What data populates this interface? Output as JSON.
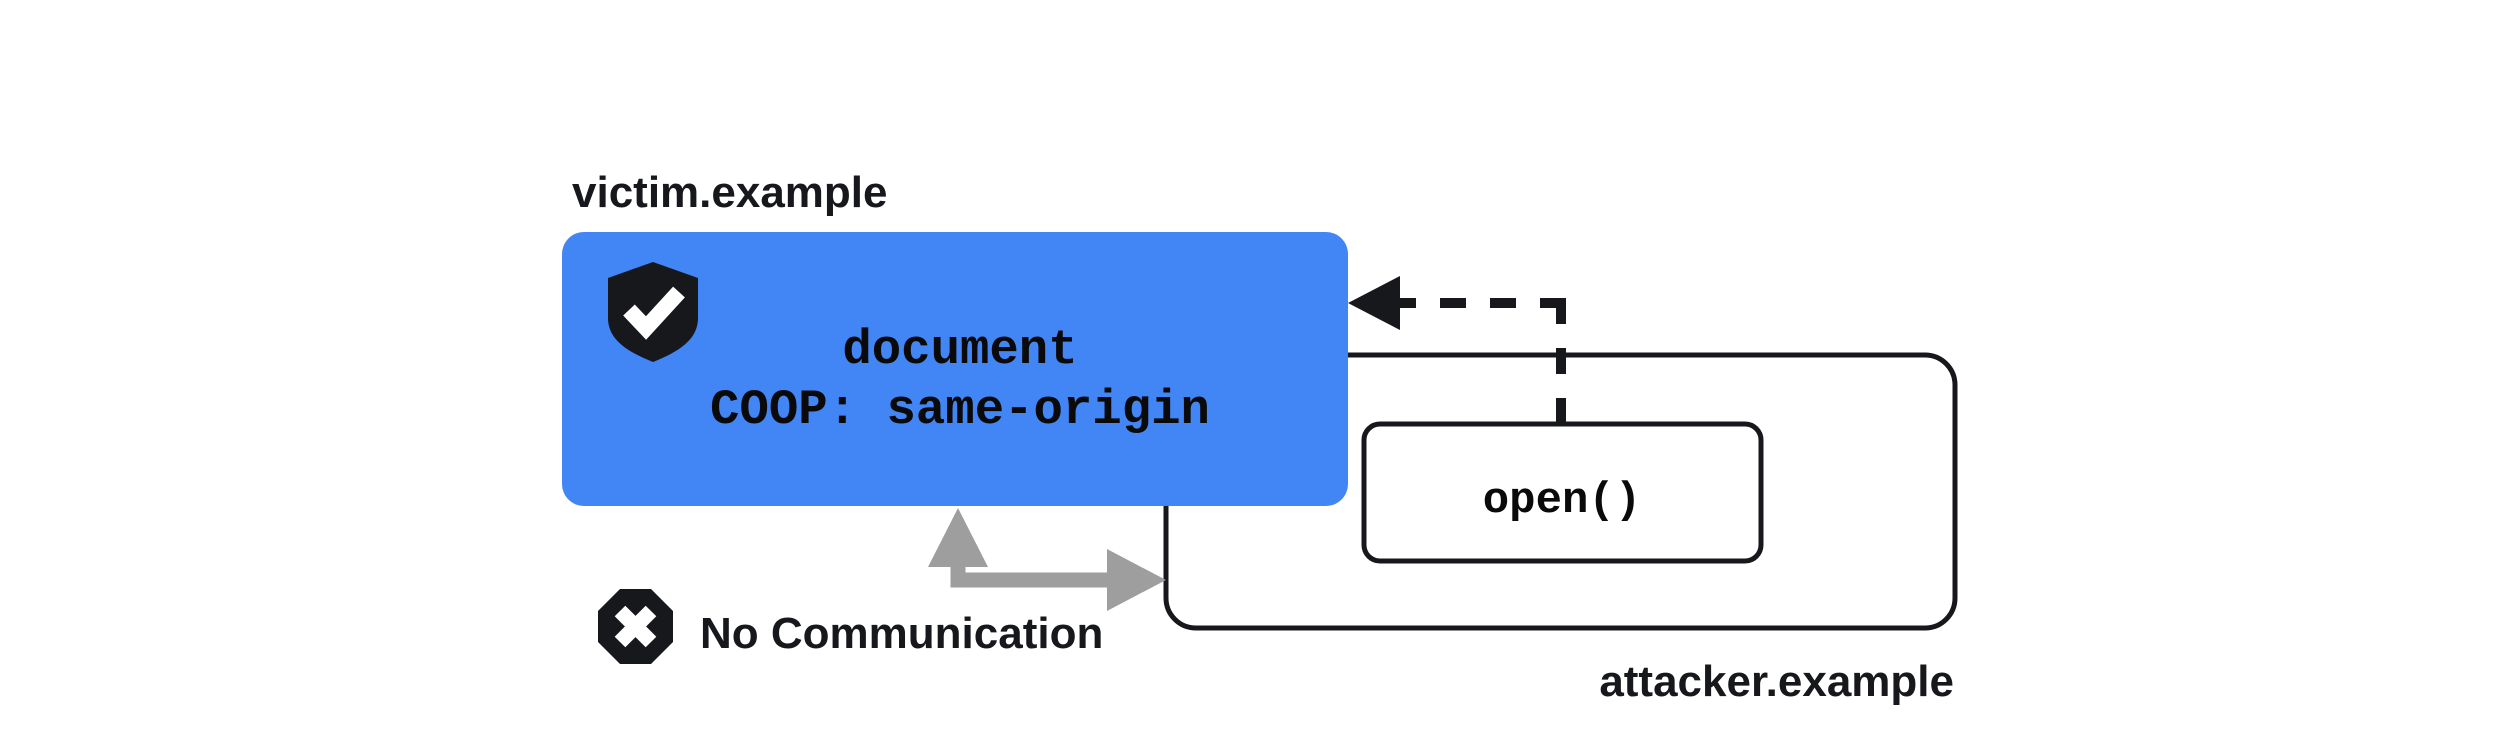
{
  "diagram": {
    "title_victim": "victim.example",
    "title_attacker": "attacker.example",
    "victim_box": {
      "line1": "document",
      "line2": "COOP: same-origin",
      "fill_color": "#4285F4",
      "icon": "shield-check-icon"
    },
    "attacker_box": {
      "open_label": "open()",
      "border_color": "#16181c"
    },
    "no_communication": {
      "label": "No Communication",
      "icon": "octagon-x-icon",
      "arrow_color": "#9e9e9e"
    },
    "open_arrow": {
      "style": "dashed",
      "color": "#16181c",
      "direction": "left"
    }
  }
}
